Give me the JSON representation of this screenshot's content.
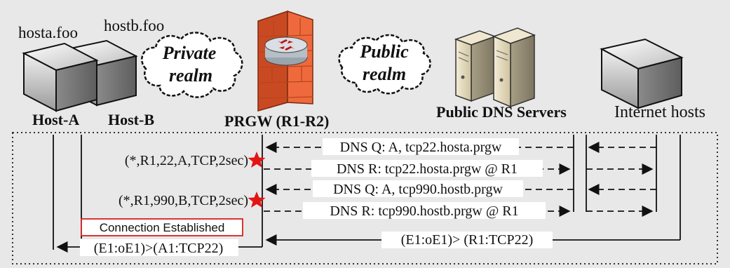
{
  "hosts": {
    "hosta_domain": "hosta.foo",
    "hostb_domain": "hostb.foo",
    "host_a": "Host-A",
    "host_b": "Host-B"
  },
  "clouds": {
    "private_line1": "Private",
    "private_line2": "realm",
    "public_line1": "Public",
    "public_line2": "realm"
  },
  "prgw": {
    "label": "PRGW (R1-R2)"
  },
  "dns_servers": {
    "label": "Public DNS Servers"
  },
  "internet": {
    "label": "Internet hosts"
  },
  "entries": {
    "entry1": "(*,R1,22,A,TCP,2sec)",
    "entry2": "(*,R1,990,B,TCP,2sec)"
  },
  "messages": {
    "dns_q1": "DNS Q: A, tcp22.hosta.prgw",
    "dns_r1": "DNS R: tcp22.hosta.prgw @ R1",
    "dns_q2": "DNS Q: A, tcp990.hostb.prgw",
    "dns_r2": "DNS R: tcp990.hostb.prgw @ R1",
    "inbound": "(E1:oE1)> (R1:TCP22)",
    "forward": "(E1:oE1)>(A1:TCP22)"
  },
  "status": {
    "connection": "Connection Established"
  },
  "colors": {
    "star": "#e31414",
    "status_border": "#d62020",
    "firewall": "#ee6a3d"
  }
}
